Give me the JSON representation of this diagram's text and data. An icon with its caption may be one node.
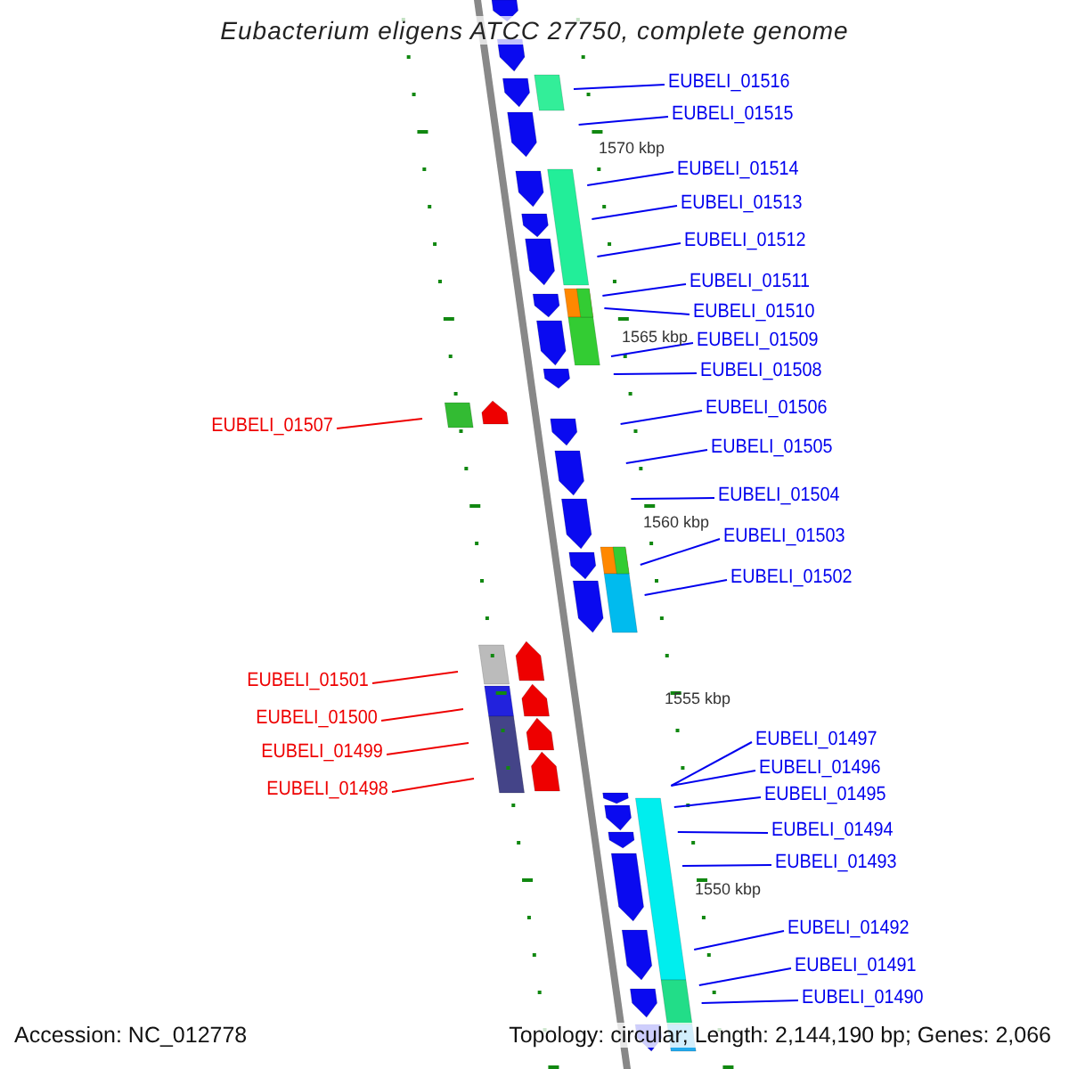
{
  "diagram": {
    "title": "Eubacterium eligens ATCC 27750, complete genome",
    "nodes": [
      {
        "text": [
          "EUBELI_01516"
        ]
      },
      {
        "text": [
          "EUBELI_01515"
        ]
      },
      {
        "text": [
          "EUBELI_01514"
        ]
      },
      {
        "text": [
          "EUBELI_01513"
        ]
      },
      {
        "text": [
          "EUBELI_01512"
        ]
      },
      {
        "text": [
          "EUBELI_01511"
        ]
      },
      {
        "text": [
          "EUBELI_01510"
        ]
      },
      {
        "text": [
          "EUBELI_01509"
        ]
      },
      {
        "text": [
          "EUBELI_01508"
        ]
      },
      {
        "text": [
          "EUBELI_01506"
        ]
      },
      {
        "text": [
          "EUBELI_01507"
        ]
      },
      {
        "text": [
          "EUBELI_01505"
        ]
      },
      {
        "text": [
          "EUBELI_01504"
        ]
      },
      {
        "text": [
          "EUBELI_01503"
        ]
      },
      {
        "text": [
          "EUBELI_01502"
        ]
      },
      {
        "text": [
          "EUBELI_01501"
        ]
      },
      {
        "text": [
          "EUBELI_01500"
        ]
      },
      {
        "text": [
          "EUBELI_01497"
        ]
      },
      {
        "text": [
          "EUBELI_01499"
        ]
      },
      {
        "text": [
          "EUBELI_01496"
        ]
      },
      {
        "text": [
          "EUBELI_01498"
        ]
      },
      {
        "text": [
          "EUBELI_01495"
        ]
      },
      {
        "text": [
          "EUBELI_01494"
        ]
      },
      {
        "text": [
          "EUBELI_01493"
        ]
      },
      {
        "text": [
          "EUBELI_01492"
        ]
      },
      {
        "text": [
          "EUBELI_01491"
        ]
      },
      {
        "text": [
          "EUBELI_01490"
        ]
      }
    ],
    "edges": [
      {
        "from": 0,
        "to": null,
        "arrow": "none"
      },
      {
        "from": 1,
        "to": null,
        "arrow": "none"
      },
      {
        "from": 2,
        "to": null,
        "arrow": "none"
      },
      {
        "from": 3,
        "to": null,
        "arrow": "none"
      },
      {
        "from": 4,
        "to": null,
        "arrow": "none"
      },
      {
        "from": 5,
        "to": null,
        "arrow": "none"
      },
      {
        "from": 6,
        "to": null,
        "arrow": "none"
      },
      {
        "from": 7,
        "to": null,
        "arrow": "none"
      },
      {
        "from": 8,
        "to": null,
        "arrow": "none"
      },
      {
        "from": 9,
        "to": null,
        "arrow": "none"
      },
      {
        "from": 10,
        "to": null,
        "arrow": "none",
        "color": "#ee0000"
      },
      {
        "from": 11,
        "to": null,
        "arrow": "none"
      },
      {
        "from": 12,
        "to": null,
        "arrow": "none"
      },
      {
        "from": 13,
        "to": null,
        "arrow": "none"
      },
      {
        "from": 14,
        "to": null,
        "arrow": "none"
      },
      {
        "from": 15,
        "to": null,
        "arrow": "none",
        "color": "#ee0000"
      },
      {
        "from": 16,
        "to": null,
        "arrow": "none",
        "color": "#ee0000"
      },
      {
        "from": 17,
        "to": null,
        "arrow": "none"
      },
      {
        "from": 18,
        "to": null,
        "arrow": "none",
        "color": "#ee0000"
      },
      {
        "from": 19,
        "to": null,
        "arrow": "none"
      },
      {
        "from": 20,
        "to": null,
        "arrow": "none",
        "color": "#ee0000"
      },
      {
        "from": 21,
        "to": null,
        "arrow": "none"
      },
      {
        "from": 22,
        "to": null,
        "arrow": "none"
      },
      {
        "from": 23,
        "to": null,
        "arrow": "none"
      },
      {
        "from": 24,
        "to": null,
        "arrow": "none"
      },
      {
        "from": 25,
        "to": null,
        "arrow": "none"
      },
      {
        "from": 26,
        "to": null,
        "arrow": "none"
      }
    ],
    "labels": [
      "1570 kbp",
      "1565 kbp",
      "1560 kbp",
      "1555 kbp",
      "1550 kbp",
      "Accession: NC_012778",
      "Topology: circular; Length: 2,144,190 bp; Genes: 2,066"
    ]
  }
}
